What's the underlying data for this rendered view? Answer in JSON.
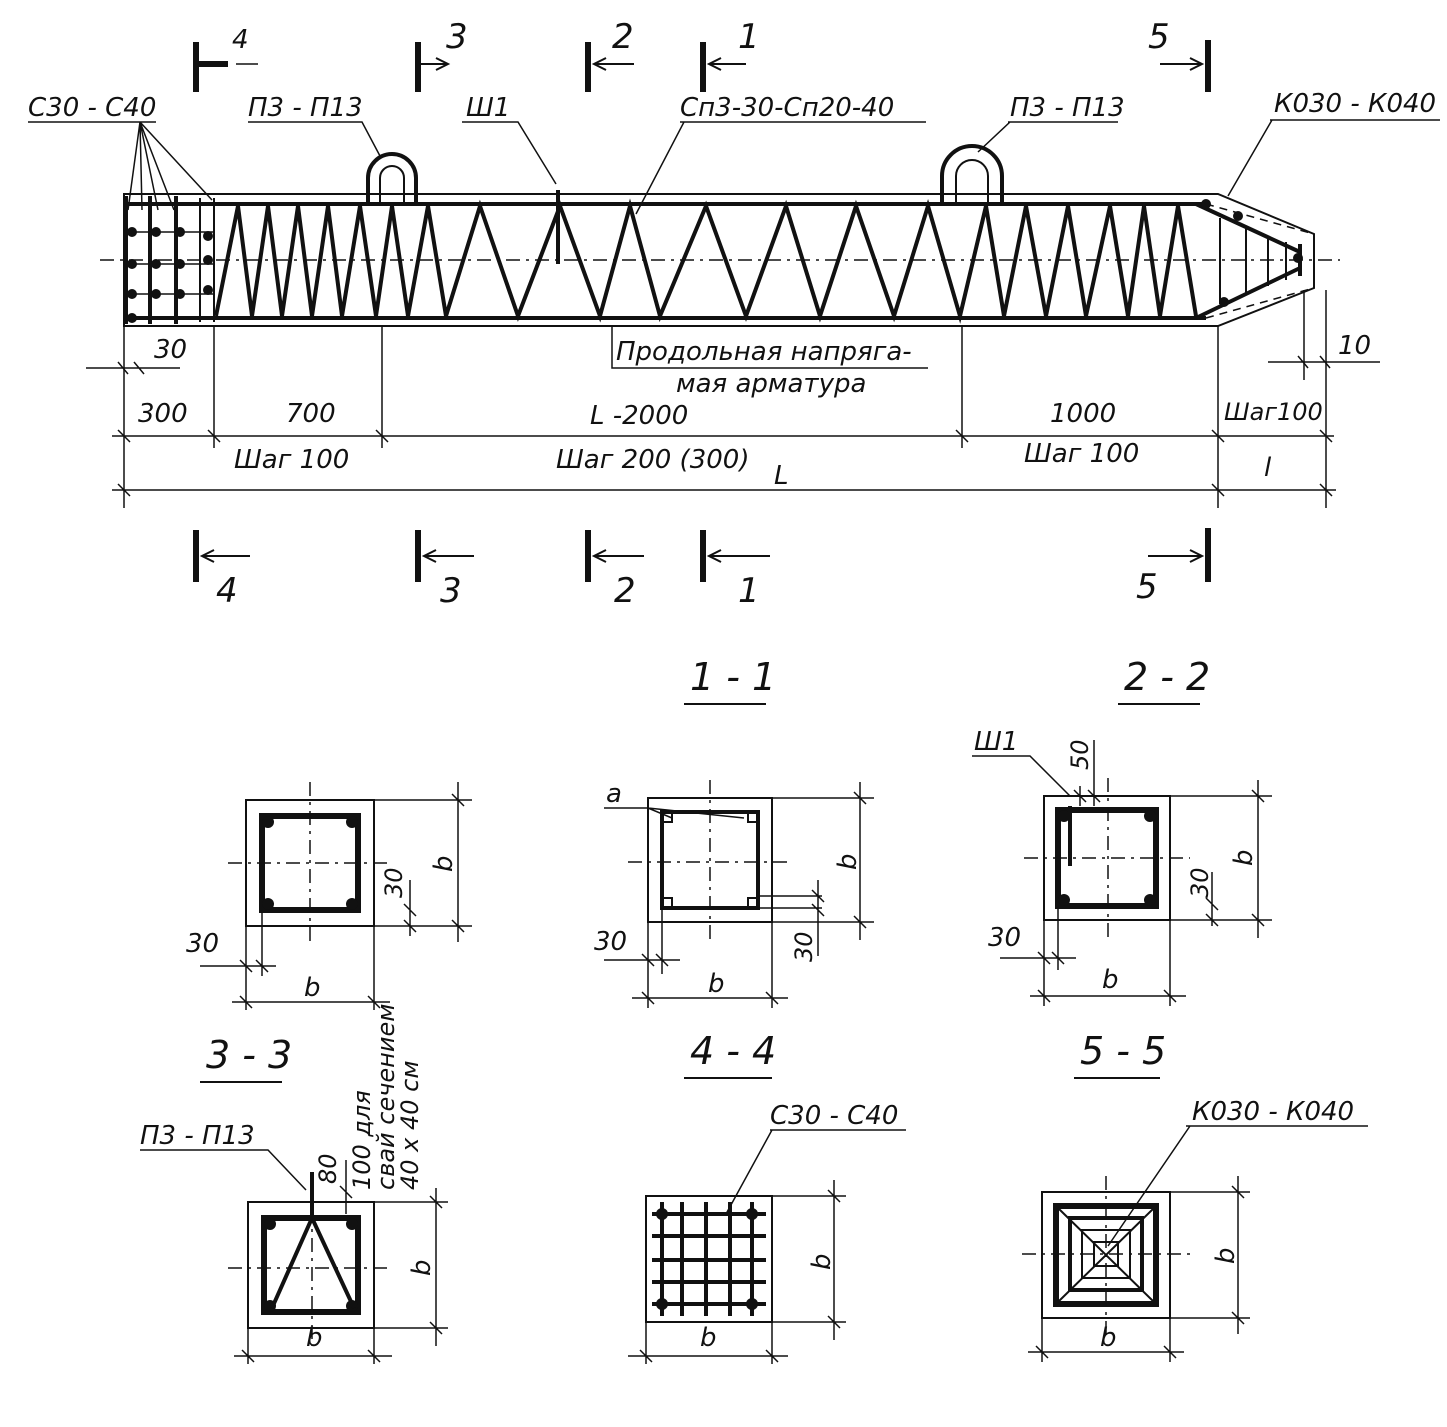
{
  "labels": {
    "mesh_top": "С30 - С40",
    "loop_left": "П3 - П13",
    "bar_w1": "Ш1",
    "spiral": "Сп3-30-Сп20-40",
    "loop_right": "П3 - П13",
    "tip": "К030 - К040",
    "longitudinal_1": "Продольная напряга-",
    "longitudinal_2": "мая арматура"
  },
  "section_marks": {
    "s1": "1",
    "s2": "2",
    "s3": "3",
    "s4": "4",
    "s5": "5"
  },
  "dimensions": {
    "d30": "30",
    "d10": "10",
    "d300": "300",
    "d700": "700",
    "dL2000": "L -2000",
    "d1000": "1000",
    "step100_left": "Шаг 100",
    "step200": "Шаг 200 (300)",
    "step100_right": "Шаг 100",
    "step100_tip": "Шаг100",
    "L": "L",
    "l": "l"
  },
  "sections": {
    "title_1_1": "1 - 1",
    "title_2_2": "2 - 2",
    "title_3_3": "3 - 3",
    "title_4_4": "4 - 4",
    "title_5_5": "5 - 5",
    "b": "b",
    "c30": "30",
    "label_a": "a",
    "label_w1": "Ш1",
    "d50": "50",
    "label_p3": "П3 - П13",
    "d80": "80",
    "note_100_1": "100 для",
    "note_100_2": "свай сечением",
    "note_100_3": "40 x 40 см",
    "label_c30": "С30 - С40",
    "label_k030": "К030 - К040"
  }
}
